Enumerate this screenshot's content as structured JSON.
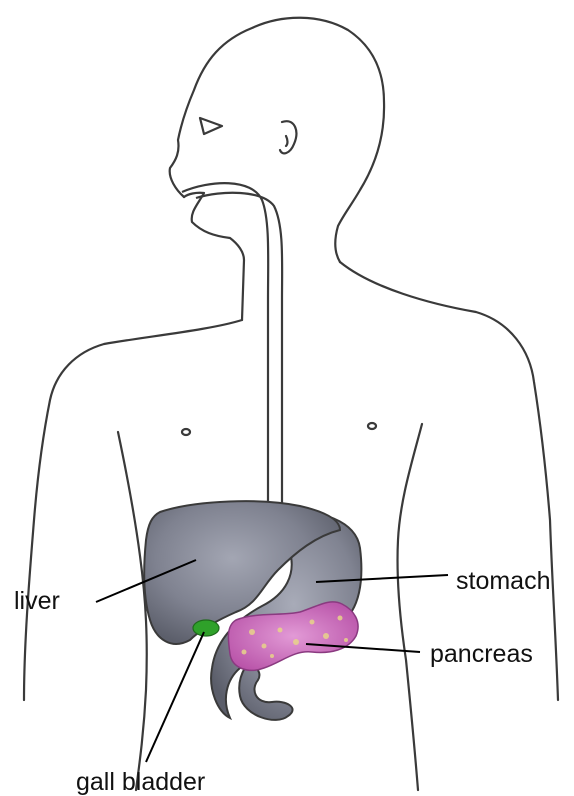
{
  "diagram": {
    "labels": {
      "liver": "liver",
      "stomach": "stomach",
      "pancreas": "pancreas",
      "gall_bladder": "gall bladder"
    }
  },
  "colors": {
    "outline": "#3a3a3a",
    "organ_gray": "#7f8290",
    "organ_gray_dark": "#5c5f6b",
    "organ_gray_light": "#a3a6b3",
    "gall_bladder_green": "#2fa12a",
    "pancreas_pink": "#d66fc8",
    "pancreas_yellow": "#e8d48a"
  }
}
